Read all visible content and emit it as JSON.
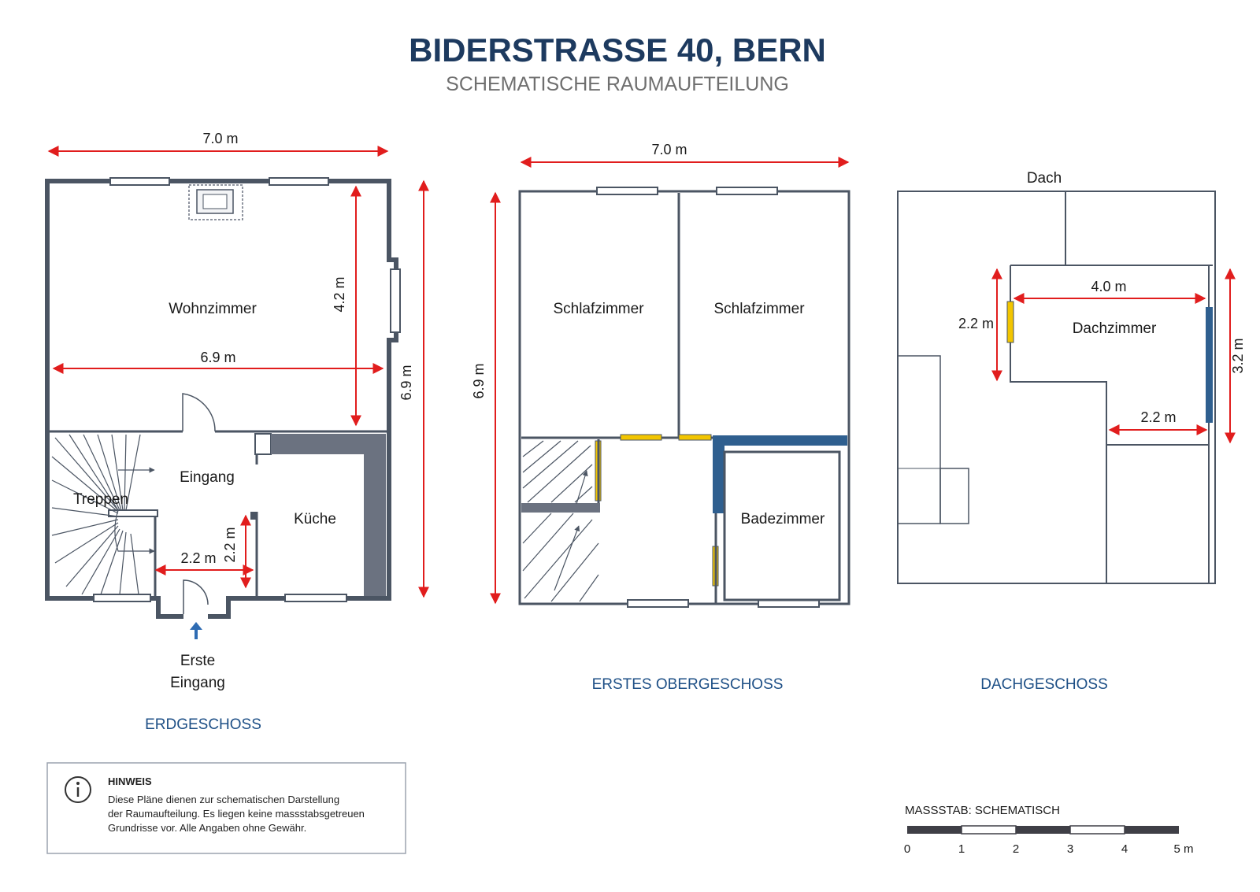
{
  "header": {
    "title": "BIDERSTRASSE 40, BERN",
    "subtitle": "SCHEMATISCHE RAUMAUFTEILUNG"
  },
  "ground_floor": {
    "label": "ERDGESCHOSS",
    "rooms": {
      "living": "Wohnzimmer",
      "entrance": "Eingang",
      "stairs": "Treppen",
      "kitchen": "Küche"
    },
    "dims": {
      "top_width": "7.0 m",
      "living_height": "4.2 m",
      "living_width": "6.9 m",
      "total_depth": "6.9 m",
      "entrance_width": "2.2 m",
      "entrance_height": "2.2 m"
    },
    "entry_note_line1": "Erste",
    "entry_note_line2": "Eingang"
  },
  "first_floor": {
    "label": "ERSTES OBERGESCHOSS",
    "rooms": {
      "bedroom_left": "Schlafzimmer",
      "bedroom_right": "Schlafzimmer",
      "bathroom": "Badezimmer"
    },
    "dims": {
      "top_width": "7.0 m",
      "depth": "6.9 m"
    }
  },
  "attic": {
    "label": "DACHGESCHOSS",
    "roof_label": "Dach",
    "rooms": {
      "attic_room": "Dachzimmer"
    },
    "dims": {
      "room_width": "4.0 m",
      "left_height": "2.2 m",
      "right_height": "3.2 m",
      "lower_width": "2.2 m"
    }
  },
  "notice": {
    "heading": "HINWEIS",
    "lines": [
      "Diese Pläne dienen zur schematischen Darstellung",
      "der Raumaufteilung. Es liegen keine massstabsgetreuen",
      "Grundrisse vor. Alle Angaben ohne Gewähr."
    ]
  },
  "scale": {
    "title": "MASSSTAB: SCHEMATISCH",
    "ticks": [
      "0",
      "1",
      "2",
      "3",
      "4",
      "5 m"
    ]
  },
  "colors": {
    "title": "#1d3a5f",
    "floor_label": "#1d4f86",
    "dimension": "#e11d1d",
    "wall": "#4b5563",
    "door_yellow": "#f2c500",
    "wall_blue": "#2f5f8f"
  }
}
